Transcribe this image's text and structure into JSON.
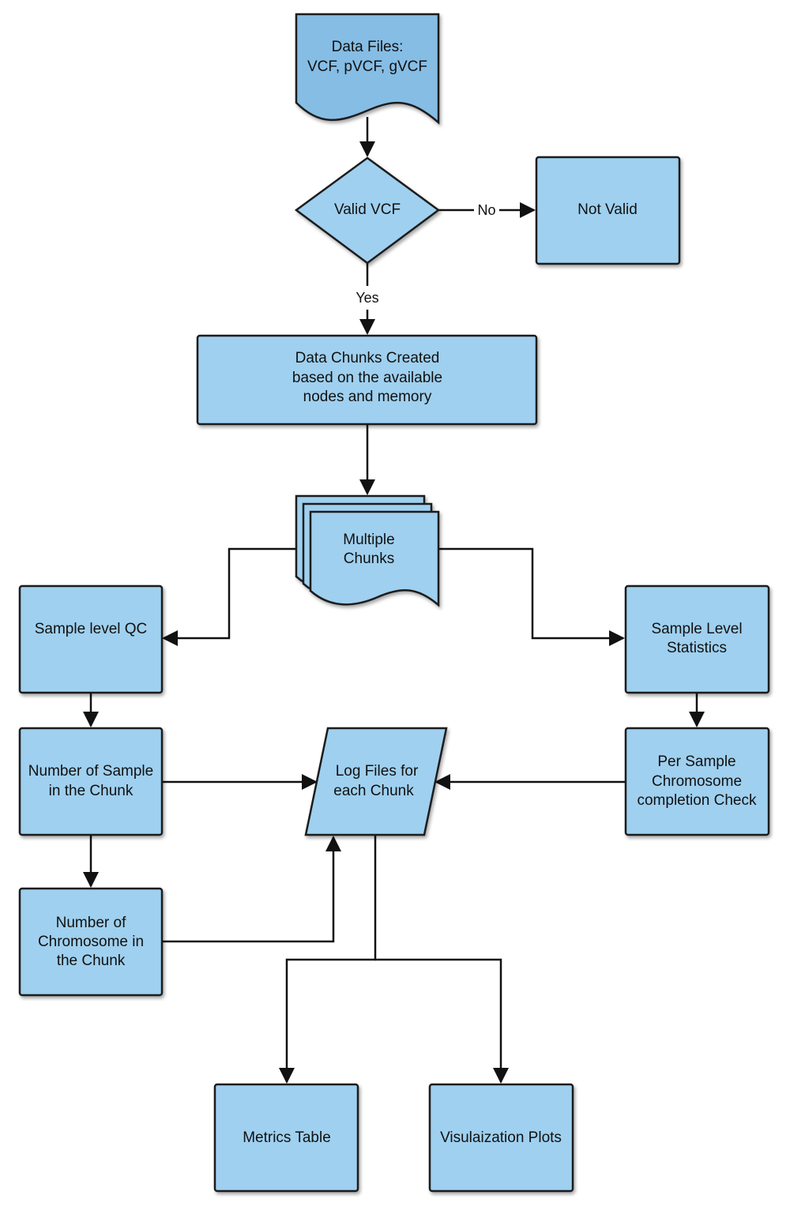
{
  "nodes": {
    "data_files": [
      "Data Files:",
      "VCF, pVCF, gVCF"
    ],
    "valid_vcf": [
      "Valid VCF"
    ],
    "not_valid": [
      "Not Valid"
    ],
    "data_chunks": [
      "Data Chunks Created",
      "based on the available",
      "nodes and memory"
    ],
    "multiple_chunks": [
      "Multiple",
      "Chunks"
    ],
    "sample_qc": [
      "Sample level QC"
    ],
    "sample_stats": [
      "Sample Level",
      "Statistics"
    ],
    "num_sample": [
      "Number of Sample",
      "in the Chunk"
    ],
    "log_files": [
      "Log Files for",
      "each Chunk"
    ],
    "per_sample": [
      "Per Sample",
      "Chromosome",
      "completion Check"
    ],
    "num_chrom": [
      "Number of",
      "Chromosome in",
      "the Chunk"
    ],
    "metrics_table": [
      "Metrics Table"
    ],
    "viz_plots": [
      "Visulaization Plots"
    ]
  },
  "edge_labels": {
    "no": "No",
    "yes": "Yes"
  },
  "colors": {
    "node_fill": "#9fd0ef",
    "document_fill": "#86bde5",
    "stroke": "#1b1b1b"
  }
}
